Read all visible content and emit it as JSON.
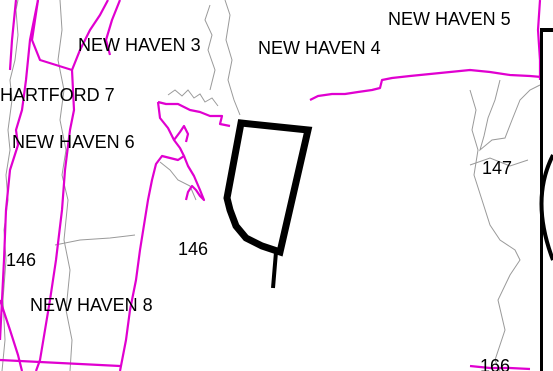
{
  "colors": {
    "background": "#ffffff",
    "district_boundary": "#e000d0",
    "town_boundary": "#9a9a9a",
    "highlight_parcel": "#000000",
    "frame": "#000000",
    "label_text": "#000000"
  },
  "map": {
    "district_labels": [
      {
        "id": "new-haven-5",
        "text": "NEW HAVEN 5"
      },
      {
        "id": "new-haven-3",
        "text": "NEW HAVEN 3"
      },
      {
        "id": "new-haven-4",
        "text": "NEW HAVEN 4"
      },
      {
        "id": "hartford-7",
        "text": "HARTFORD 7"
      },
      {
        "id": "new-haven-6",
        "text": "NEW HAVEN 6"
      },
      {
        "id": "new-haven-8",
        "text": "NEW HAVEN 8"
      }
    ],
    "number_labels": [
      {
        "id": "num-147",
        "text": "147"
      },
      {
        "id": "num-146-left",
        "text": "146"
      },
      {
        "id": "num-146-center",
        "text": "146"
      },
      {
        "id": "num-166",
        "text": "166"
      }
    ]
  }
}
